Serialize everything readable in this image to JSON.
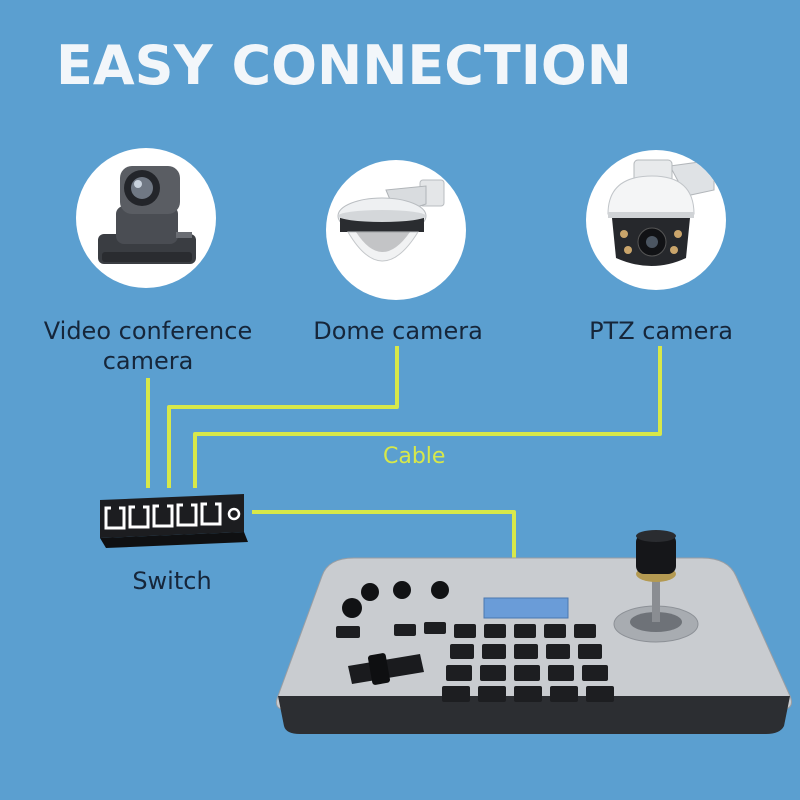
{
  "header": {
    "title": "EASY CONNECTION"
  },
  "devices": [
    {
      "label_line1": "Video conference",
      "label_line2": "camera",
      "icon": "video-conference-camera-icon"
    },
    {
      "label_line1": "Dome camera",
      "icon": "dome-camera-icon"
    },
    {
      "label_line1": "PTZ camera",
      "icon": "ptz-camera-icon"
    }
  ],
  "cable": {
    "label": "Cable",
    "color": "#d7e84a"
  },
  "switch": {
    "label": "Switch",
    "icon": "network-switch-icon"
  },
  "controller": {
    "icon": "ptz-keyboard-controller-icon"
  },
  "colors": {
    "background": "#5b9fd0",
    "title": "#f2f6fa",
    "label": "#16263a"
  }
}
